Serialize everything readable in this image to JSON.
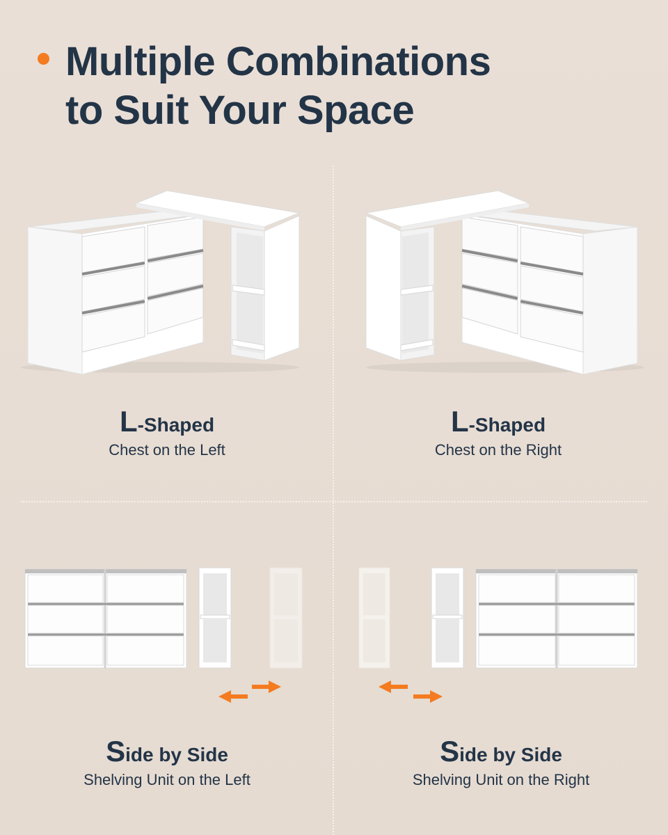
{
  "headline": {
    "line1": "Multiple Combinations",
    "line2": "to Suit Your Space",
    "accent_color": "#f47b20",
    "text_color": "#233447"
  },
  "panels": [
    {
      "title_cap": "L",
      "title_rest": "-Shaped",
      "subtitle": "Chest on the Left",
      "icon": "l-shaped-dresser-left"
    },
    {
      "title_cap": "L",
      "title_rest": "-Shaped",
      "subtitle": "Chest on the Right",
      "icon": "l-shaped-dresser-right"
    },
    {
      "title_cap": "S",
      "title_rest": "ide by Side",
      "subtitle": "Shelving Unit on the Left",
      "icon": "side-by-side-dresser-shelf-right-arrows"
    },
    {
      "title_cap": "S",
      "title_rest": "ide by Side",
      "subtitle": "Shelving Unit on the Right",
      "icon": "side-by-side-dresser-shelf-left-arrows"
    }
  ],
  "colors": {
    "background": "#e7ddd3",
    "furniture": "#ffffff",
    "shadow": "#c8c1ba",
    "arrow": "#f47b20"
  }
}
